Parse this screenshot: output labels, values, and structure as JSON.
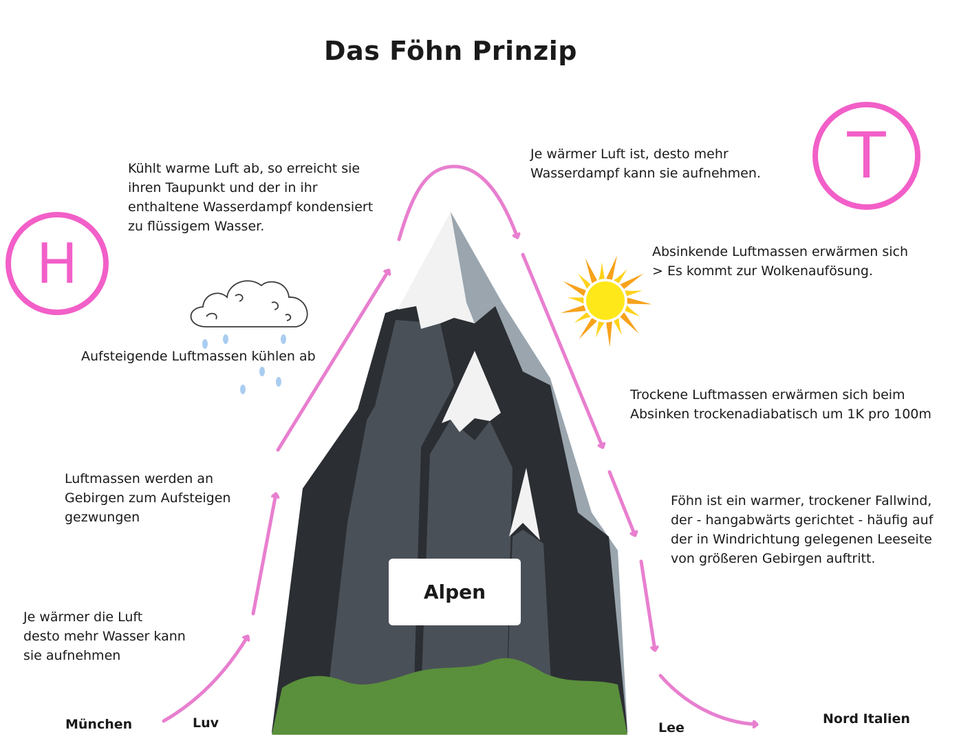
{
  "title": "Das Föhn Prinzip",
  "symbols": {
    "high": "H",
    "low": "T"
  },
  "texts": {
    "taupunkt": [
      "Kühlt warme Luft ab, so erreicht sie",
      "ihren Taupunkt und der in ihr",
      "enthaltene Wasserdampf kondensiert",
      "zu flüssigem Wasser."
    ],
    "aufsteigend_kuehlen": [
      "Aufsteigende Luftmassen kühlen ab"
    ],
    "gebirge": [
      "Luftmassen werden an",
      "Gebirgen zum Aufsteigen",
      "gezwungen"
    ],
    "waermer_luv": [
      "Je wärmer die Luft",
      "desto mehr Wasser kann",
      "sie aufnehmen"
    ],
    "waermer_top": [
      "Je wärmer Luft ist, desto mehr",
      "Wasserdampf kann sie aufnehmen."
    ],
    "absinkend": [
      "Absinkende Luftmassen erwärmen sich",
      "> Es kommt zur Wolkenaufösung."
    ],
    "trocken": [
      "Trockene Luftmassen erwärmen sich beim",
      "Absinken trockenadiabatisch um 1K pro 100m"
    ],
    "foehn": [
      "Föhn ist ein warmer, trockener Fallwind,",
      "der - hangabwärts gerichtet - häufig auf",
      "der in Windrichtung gelegenen Leeseite",
      "von größeren Gebirgen auftritt."
    ]
  },
  "labels": {
    "muenchen": "München",
    "luv": "Luv",
    "lee": "Lee",
    "nord_italien": "Nord Italien",
    "alpen": "Alpen"
  },
  "colors": {
    "arrow": "#e87fcf",
    "symbol": "#f25fc8",
    "mountain_dark": "#2b2e32",
    "mountain_mid": "#4a5058",
    "mountain_light": "#9aa5ae",
    "snow": "#f2f2f2",
    "grass": "#5a8f3c",
    "sun": "#ffe81a",
    "rain": "#a9cdf0"
  },
  "icons": [
    "cloud-icon",
    "rain-drops-icon",
    "sun-icon"
  ]
}
